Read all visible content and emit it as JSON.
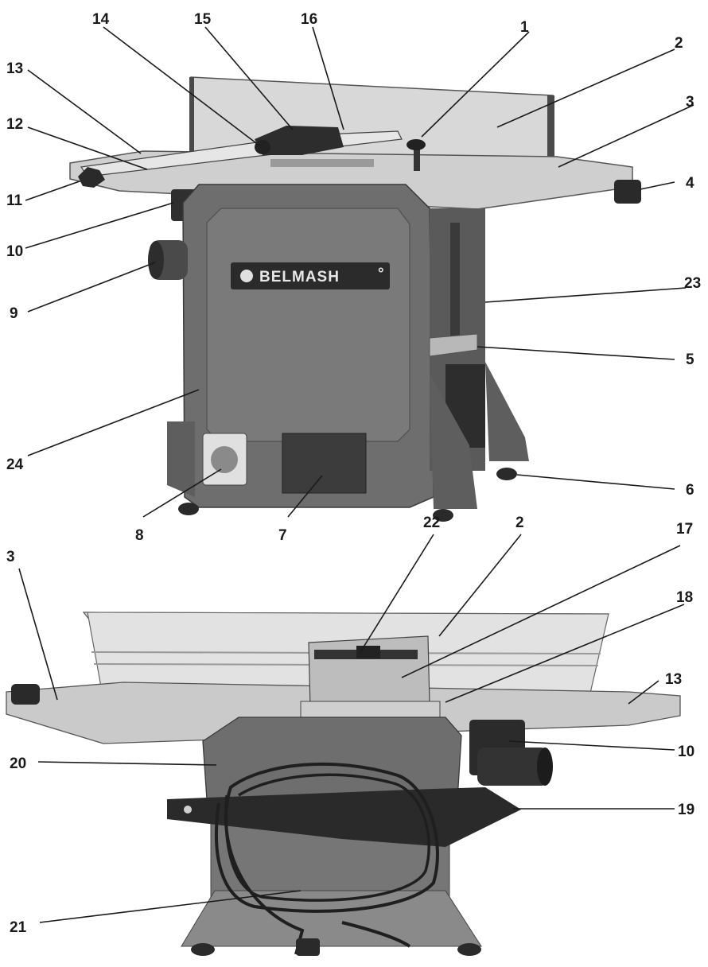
{
  "brand": {
    "name": "BELMASH",
    "mark": "°"
  },
  "front_view": {
    "callouts": [
      "1",
      "2",
      "3",
      "4",
      "5",
      "6",
      "7",
      "8",
      "9",
      "10",
      "11",
      "12",
      "13",
      "14",
      "15",
      "16",
      "23",
      "24"
    ]
  },
  "rear_view": {
    "callouts": [
      "2",
      "3",
      "10",
      "13",
      "17",
      "18",
      "19",
      "20",
      "21",
      "22"
    ]
  },
  "colors": {
    "ink": "#1a1a1a",
    "table": "#cfcfcf",
    "body": "#6e6e6e",
    "dark": "#3a3a3a",
    "black": "#1e1e1e"
  }
}
